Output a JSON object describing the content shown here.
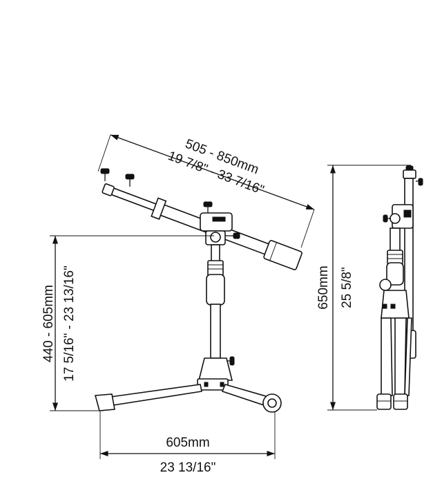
{
  "dimensions": {
    "boom_length_mm": "505 - 850mm",
    "boom_length_in": "19 7/8\" - 33 7/16\"",
    "stand_height_mm": "440 - 605mm",
    "stand_height_in": "17 5/16\" - 23 13/16\"",
    "base_width_mm": "605mm",
    "base_width_in": "23 13/16\"",
    "total_height_mm": "650mm",
    "total_height_in": "25 5/8\""
  }
}
